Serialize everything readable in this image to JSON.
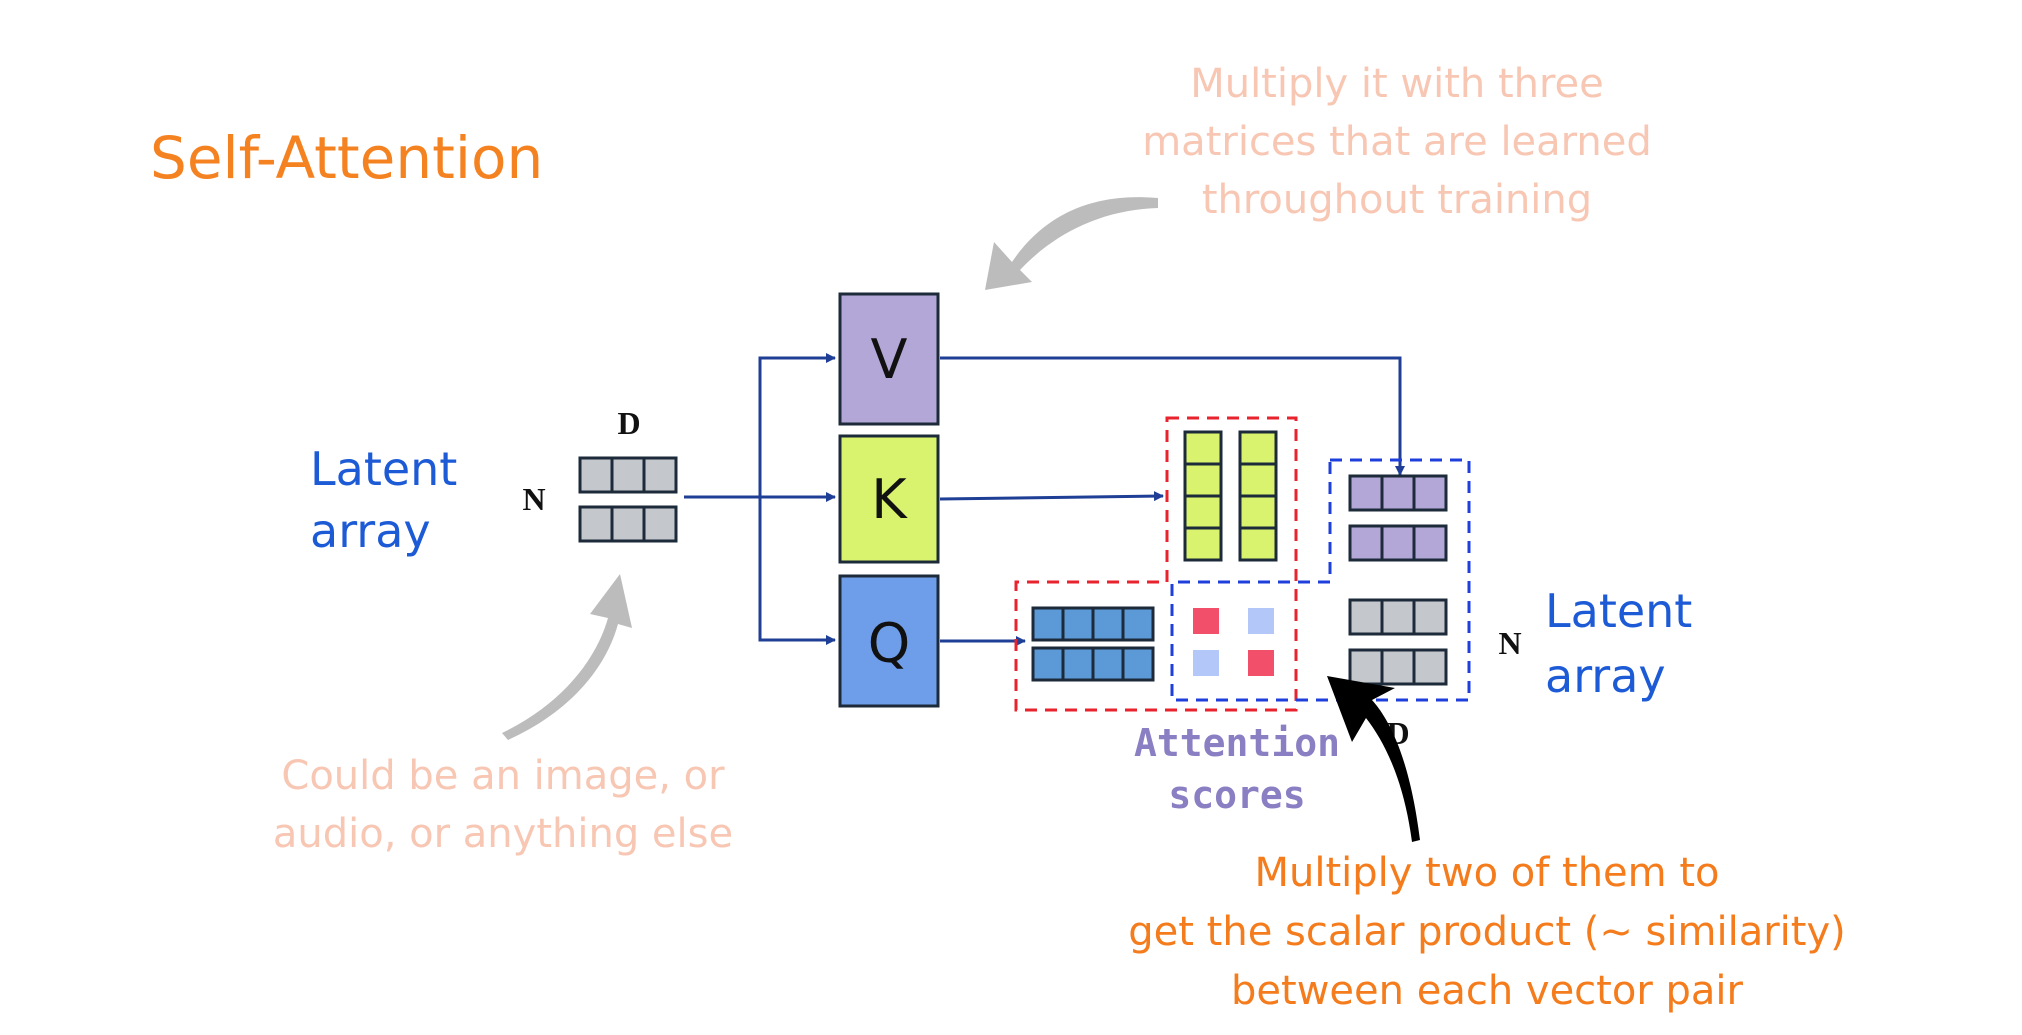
{
  "title": "Self-Attention",
  "latent_in": {
    "line1": "Latent",
    "line2": "array",
    "dim_d": "D",
    "dim_n": "N"
  },
  "latent_out": {
    "line1": "Latent",
    "line2": "array",
    "dim_n": "N",
    "dim_d": "D"
  },
  "matrices": {
    "v": "V",
    "k": "K",
    "q": "Q"
  },
  "attention": {
    "line1": "Attention",
    "line2": "scores"
  },
  "annotations": {
    "top": [
      "Multiply it with three",
      "matrices that are learned",
      "throughout training"
    ],
    "left": [
      "Could be an image, or",
      "audio, or anything else"
    ],
    "bottom": [
      "Multiply two of them to",
      "get the scalar product (~ similarity)",
      "between each vector pair"
    ]
  },
  "colors": {
    "title": "#f58220",
    "latent_label": "#1d5bd6",
    "faded_note": "#f8c7b4",
    "accent_note": "#f47c1c",
    "attention_label": "#8b7fc4",
    "v_fill": "#b2a7d6",
    "k_fill": "#d9f36e",
    "q_fill": "#6e9eea",
    "q_cell": "#5b9ad6",
    "grey_cell": "#c4c8cc",
    "arrow_blue": "#1f3f96",
    "dash_red": "#e8232e",
    "dash_blue": "#1e3fdc",
    "score_red": "#f2506a",
    "score_blue": "#b3c7f8"
  }
}
